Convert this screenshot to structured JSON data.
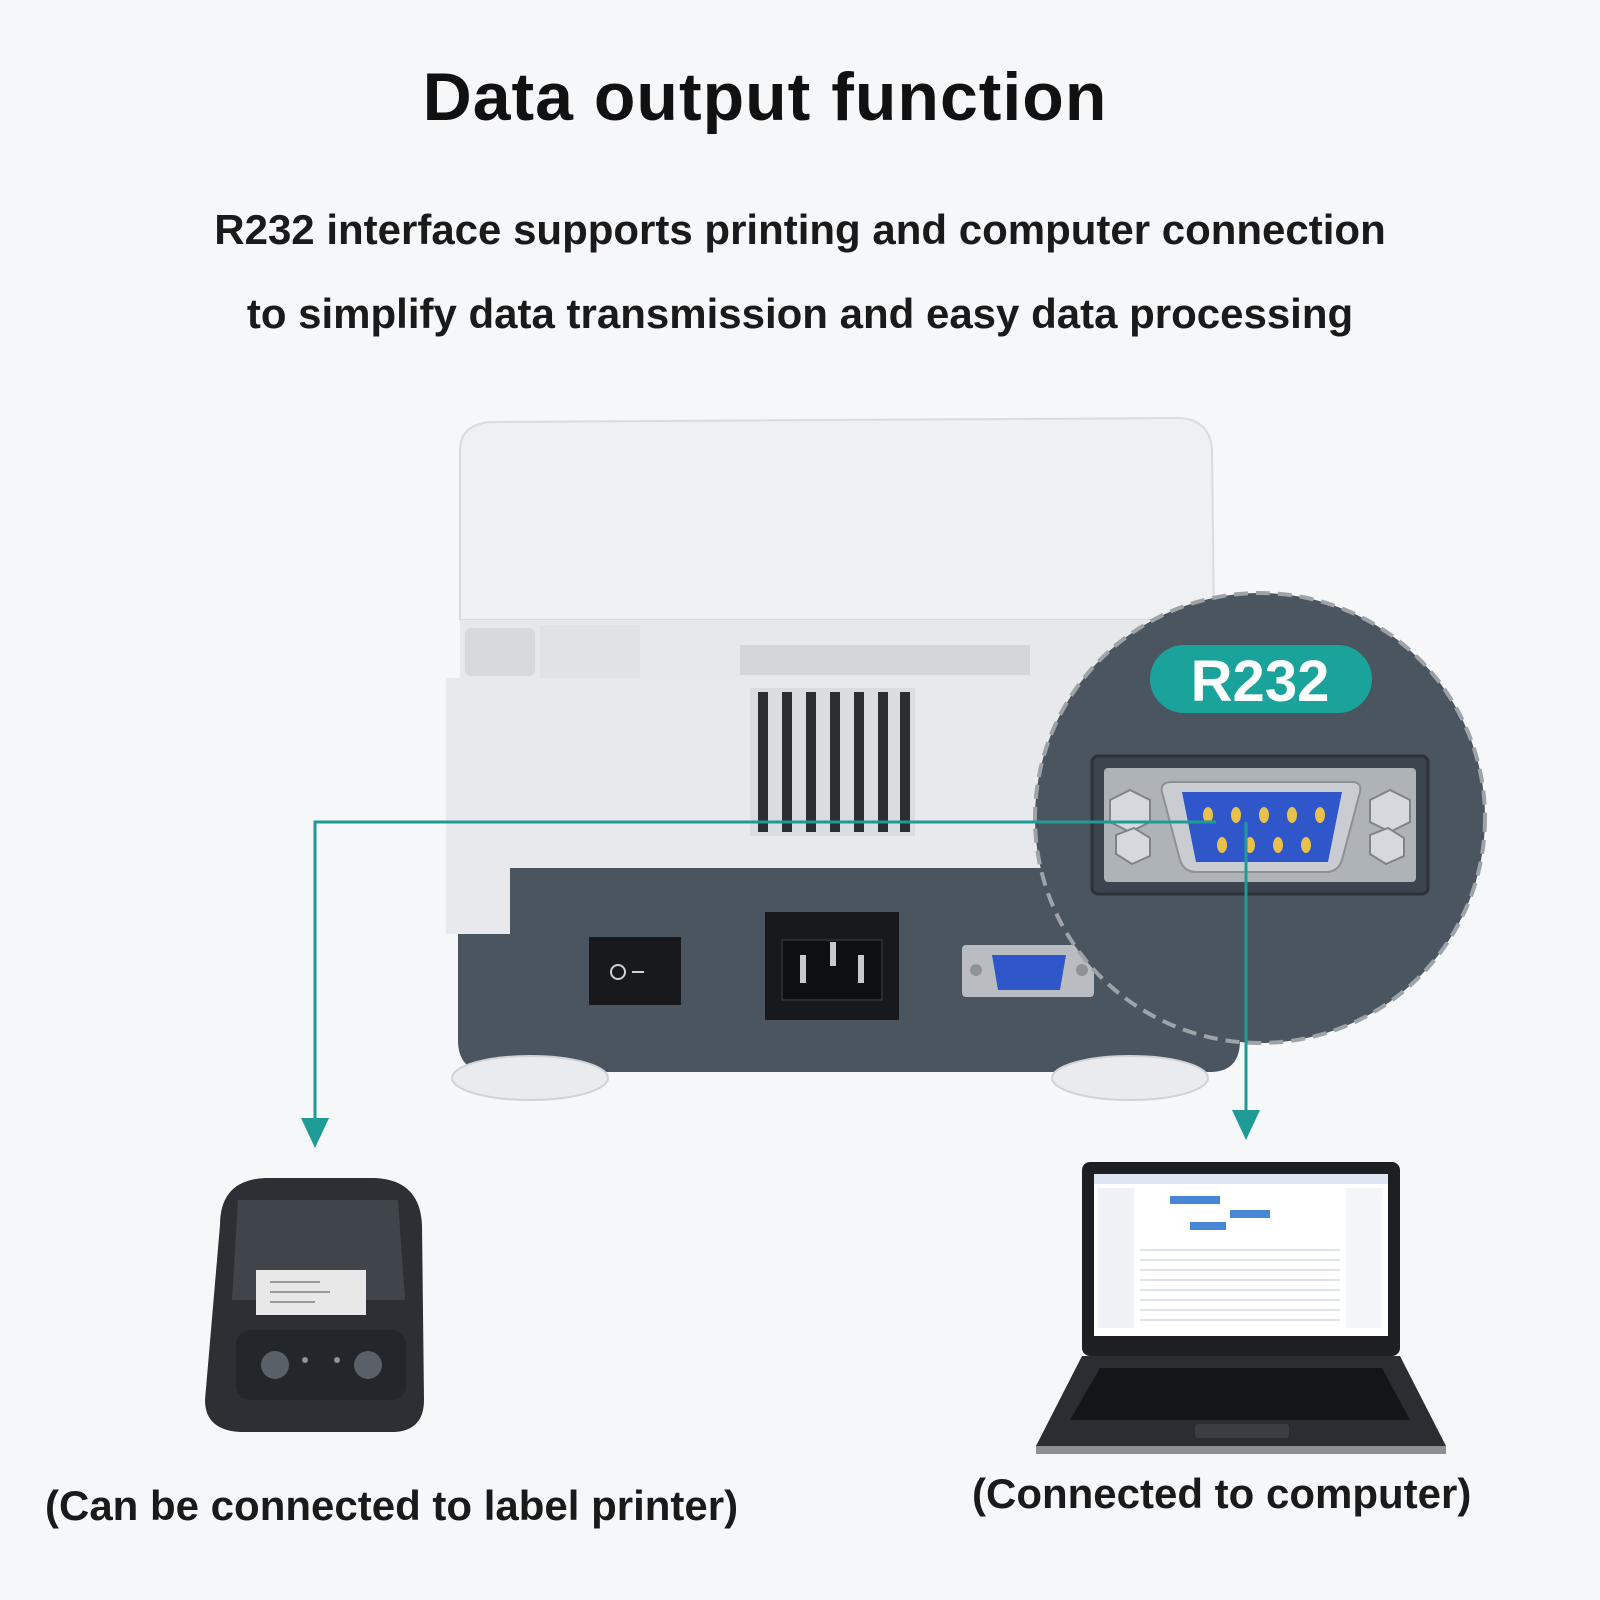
{
  "header": {
    "title": "Data output function",
    "subtitle_line1": "R232 interface supports printing and computer connection",
    "subtitle_line2": "to simplify data transmission and easy data processing"
  },
  "callout": {
    "label": "R232",
    "accent_color": "#1aa39a"
  },
  "captions": {
    "printer": "(Can be connected to label printer)",
    "computer": "(Connected to computer)"
  },
  "colors": {
    "background": "#f6f7f9",
    "device_body": "#eef0f2",
    "device_base": "#4b5560",
    "connector_blue": "#2f57c9",
    "line": "#1f9b96"
  }
}
